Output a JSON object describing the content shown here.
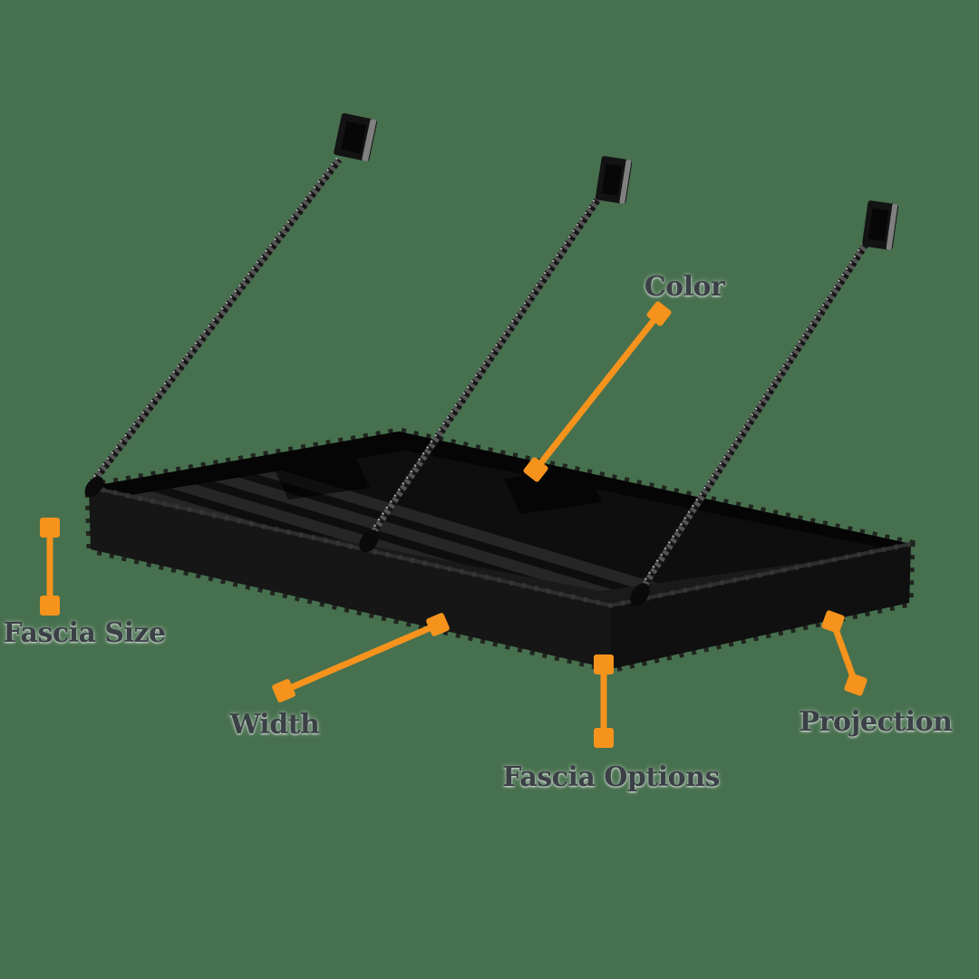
{
  "diagram": {
    "background_color": "#47704E",
    "accent_color": "#F6931D",
    "label_text_color": "#3B4046",
    "product_color": "#141414",
    "labels": {
      "color": "Color",
      "fascia_size": "Fascia Size",
      "width": "Width",
      "fascia_options": "Fascia Options",
      "projection": "Projection"
    }
  }
}
